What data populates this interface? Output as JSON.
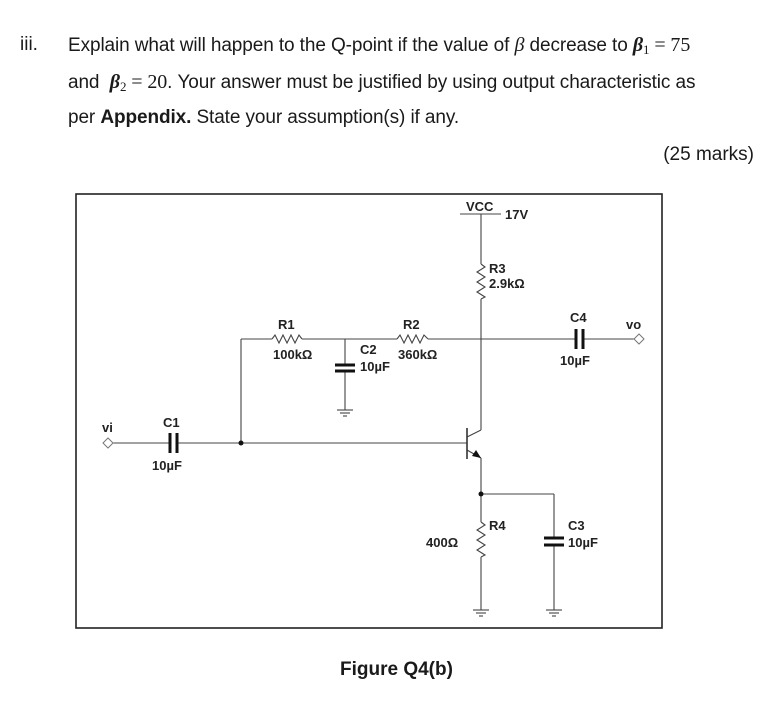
{
  "question": {
    "number": "iii.",
    "line1": {
      "text_before": "Explain what will happen to the Q-point if the value of ",
      "beta_symbol": "β",
      "text_mid": " decrease to ",
      "beta1_symbol": "β",
      "beta1_sub": "1",
      "beta1_eq": " = 75"
    },
    "line2": {
      "text_before": "and ",
      "beta2_symbol": "β",
      "beta2_sub": "2",
      "beta2_eq": " = 20",
      "text_after": ". Your answer must be justified by using output characteristic as"
    },
    "line3": {
      "text_before": "per ",
      "bold_text": "Appendix.",
      "text_after": " State your assumption(s) if any."
    },
    "marks": "(25 marks)"
  },
  "figure": {
    "caption": "Figure Q4(b)",
    "components": {
      "vcc": {
        "name": "VCC",
        "value": "17V"
      },
      "r1": {
        "name": "R1",
        "value": "100kΩ"
      },
      "r2": {
        "name": "R2",
        "value": "360kΩ"
      },
      "r3": {
        "name": "R3",
        "value": "2.9kΩ"
      },
      "r4": {
        "name": "R4",
        "value": "400Ω"
      },
      "c1": {
        "name": "C1",
        "value": "10µF"
      },
      "c2": {
        "name": "C2",
        "value": "10µF"
      },
      "c3": {
        "name": "C3",
        "value": "10µF"
      },
      "c4": {
        "name": "C4",
        "value": "10µF"
      }
    },
    "terminals": {
      "input": "vi",
      "output": "vo"
    }
  }
}
